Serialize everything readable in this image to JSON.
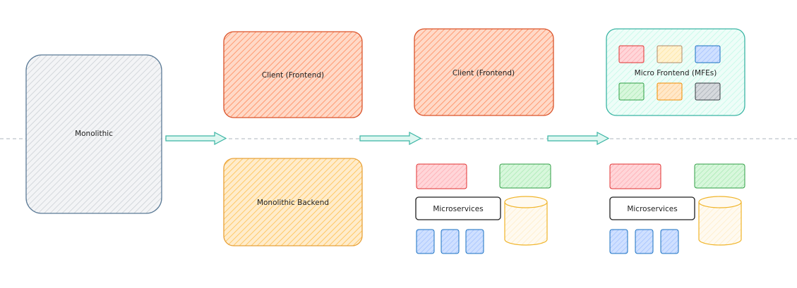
{
  "stages": {
    "monolithic": {
      "label": "Monolithic",
      "fill": "#ced4da",
      "stroke": "#5b7a96"
    },
    "client_frontend_1": {
      "label": "Client (Frontend)",
      "fill": "#ff8a5c",
      "stroke": "#d9532b"
    },
    "monolithic_backend": {
      "label": "Monolithic Backend",
      "fill": "#ffc04d",
      "stroke": "#e8a23a"
    },
    "client_frontend_2": {
      "label": "Client (Frontend)",
      "fill": "#ff8a5c",
      "stroke": "#d9532b"
    },
    "micro_frontend": {
      "label": "Micro Frontend (MFEs)",
      "fill": "#c3fae8",
      "stroke": "#3bb5a4"
    },
    "microservices_1": {
      "label": "Microservices",
      "stroke": "#1e1e1e"
    },
    "microservices_2": {
      "label": "Microservices",
      "stroke": "#1e1e1e"
    }
  },
  "colors": {
    "red": "#ffb3b8",
    "red_stroke": "#e03131",
    "green": "#b2f2bb",
    "green_stroke": "#2f9e44",
    "blue": "#a5c8ff",
    "blue_stroke": "#1971c2",
    "tan": "#ffe8a3",
    "tan_stroke": "#b08968",
    "orange": "#ffd8a8",
    "orange_stroke": "#f08c00",
    "slate": "#adb5bd",
    "slate_stroke": "#343a40",
    "database": "#fff3d6",
    "database_stroke": "#f0b429",
    "arrow": "#c3fae8",
    "arrow_stroke": "#3bb5a4",
    "divider": "#adb5bd"
  },
  "icons": [
    "right-arrow-icon",
    "database-icon"
  ]
}
